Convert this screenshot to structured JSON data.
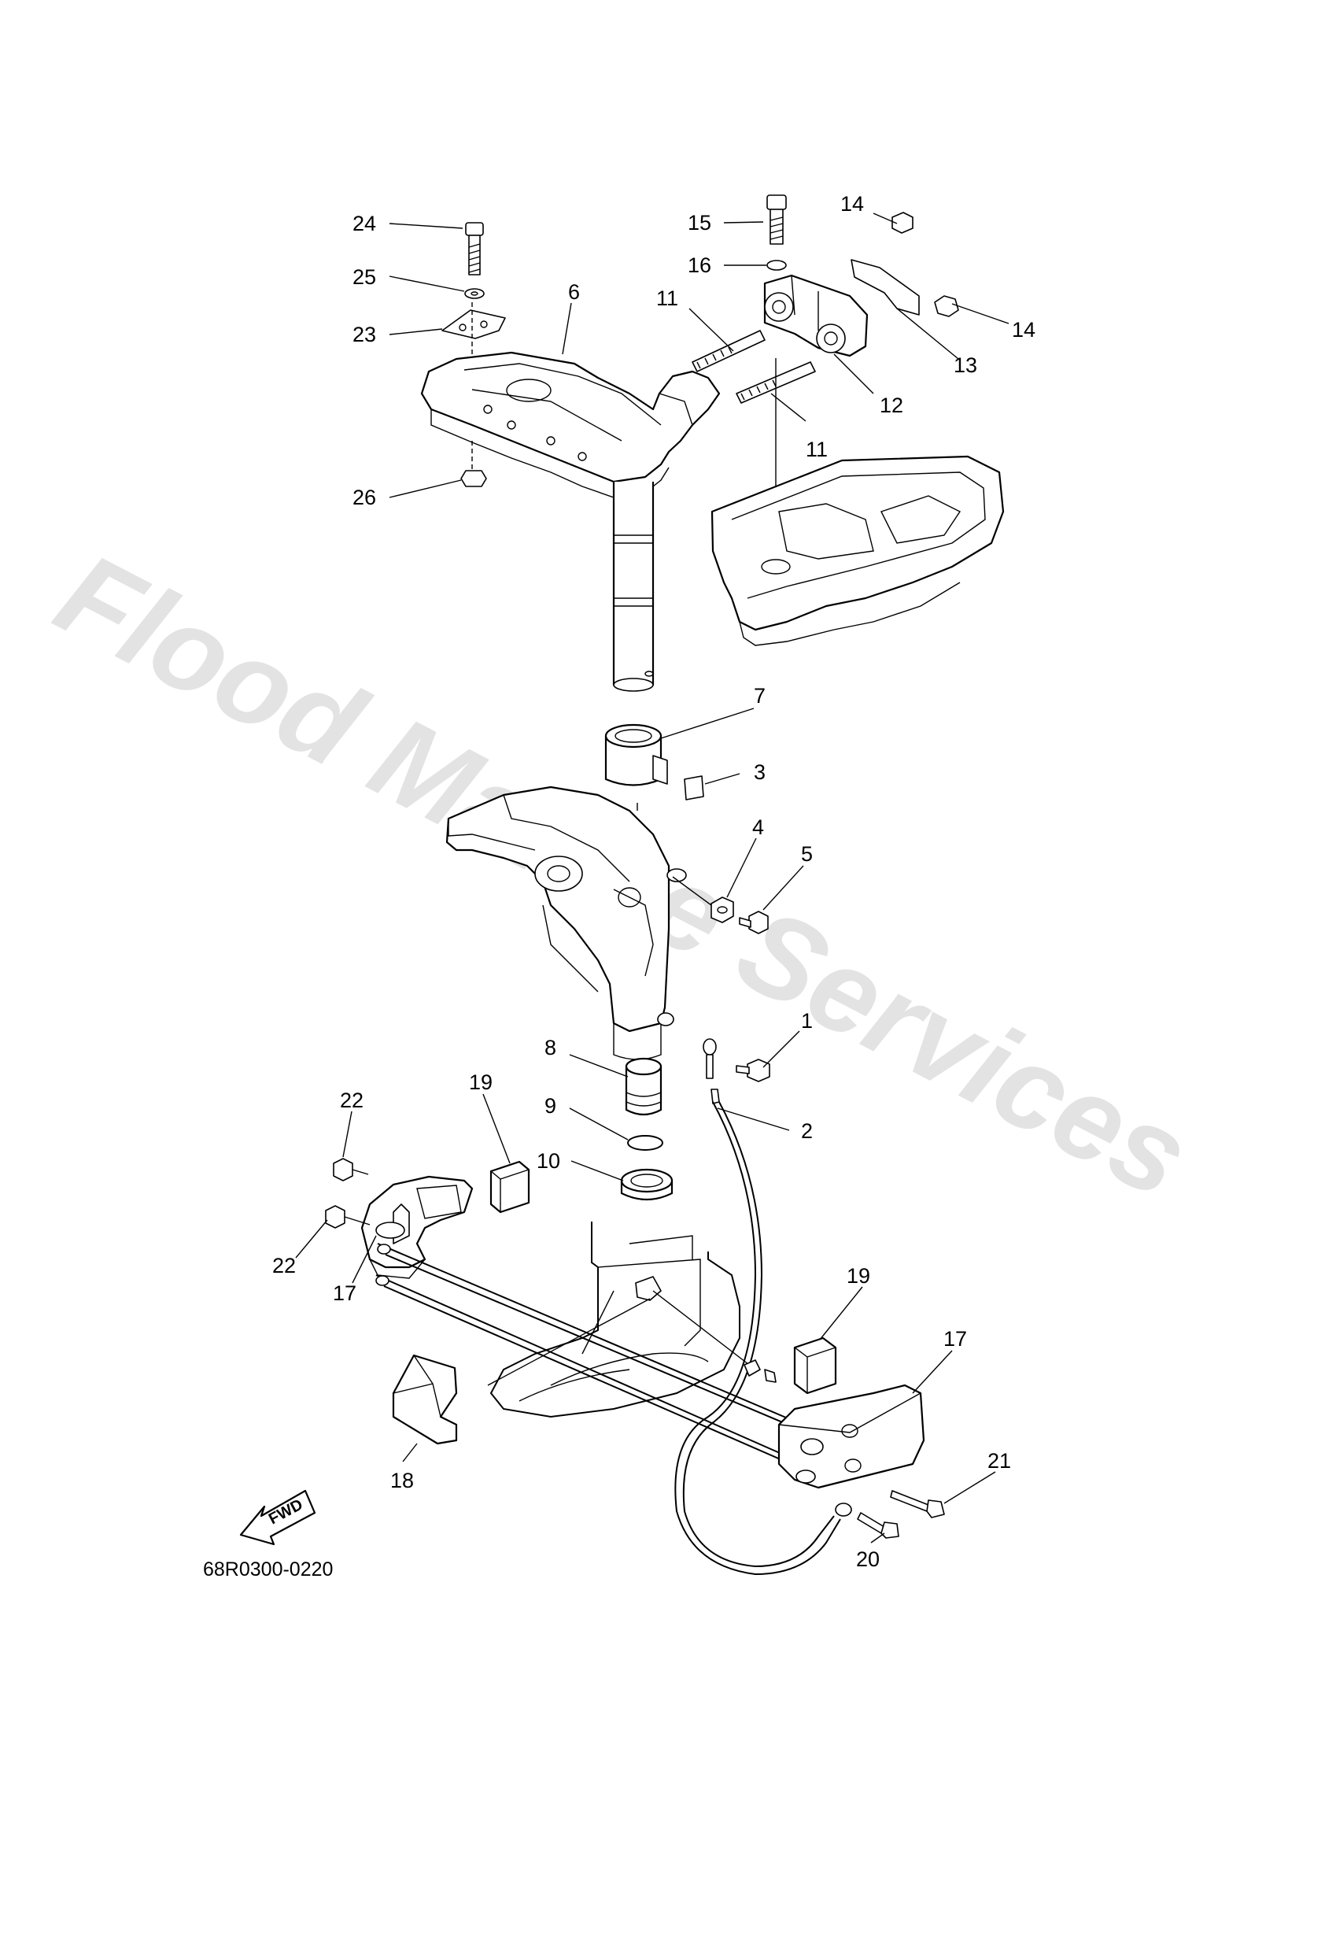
{
  "watermark": "Flood Marine Services",
  "diagram_code": "68R0300-0220",
  "fwd_label": "FWD",
  "callouts": [
    {
      "id": "1",
      "text": "1"
    },
    {
      "id": "2",
      "text": "2"
    },
    {
      "id": "3",
      "text": "3"
    },
    {
      "id": "4",
      "text": "4"
    },
    {
      "id": "5",
      "text": "5"
    },
    {
      "id": "6",
      "text": "6"
    },
    {
      "id": "7",
      "text": "7"
    },
    {
      "id": "8",
      "text": "8"
    },
    {
      "id": "9",
      "text": "9"
    },
    {
      "id": "10",
      "text": "10"
    },
    {
      "id": "11a",
      "text": "11"
    },
    {
      "id": "11b",
      "text": "11"
    },
    {
      "id": "12",
      "text": "12"
    },
    {
      "id": "13",
      "text": "13"
    },
    {
      "id": "14a",
      "text": "14"
    },
    {
      "id": "14b",
      "text": "14"
    },
    {
      "id": "15",
      "text": "15"
    },
    {
      "id": "16",
      "text": "16"
    },
    {
      "id": "17a",
      "text": "17"
    },
    {
      "id": "17b",
      "text": "17"
    },
    {
      "id": "18",
      "text": "18"
    },
    {
      "id": "19a",
      "text": "19"
    },
    {
      "id": "19b",
      "text": "19"
    },
    {
      "id": "20",
      "text": "20"
    },
    {
      "id": "21",
      "text": "21"
    },
    {
      "id": "22a",
      "text": "22"
    },
    {
      "id": "22b",
      "text": "22"
    },
    {
      "id": "23",
      "text": "23"
    },
    {
      "id": "24",
      "text": "24"
    },
    {
      "id": "25",
      "text": "25"
    },
    {
      "id": "26",
      "text": "26"
    }
  ]
}
